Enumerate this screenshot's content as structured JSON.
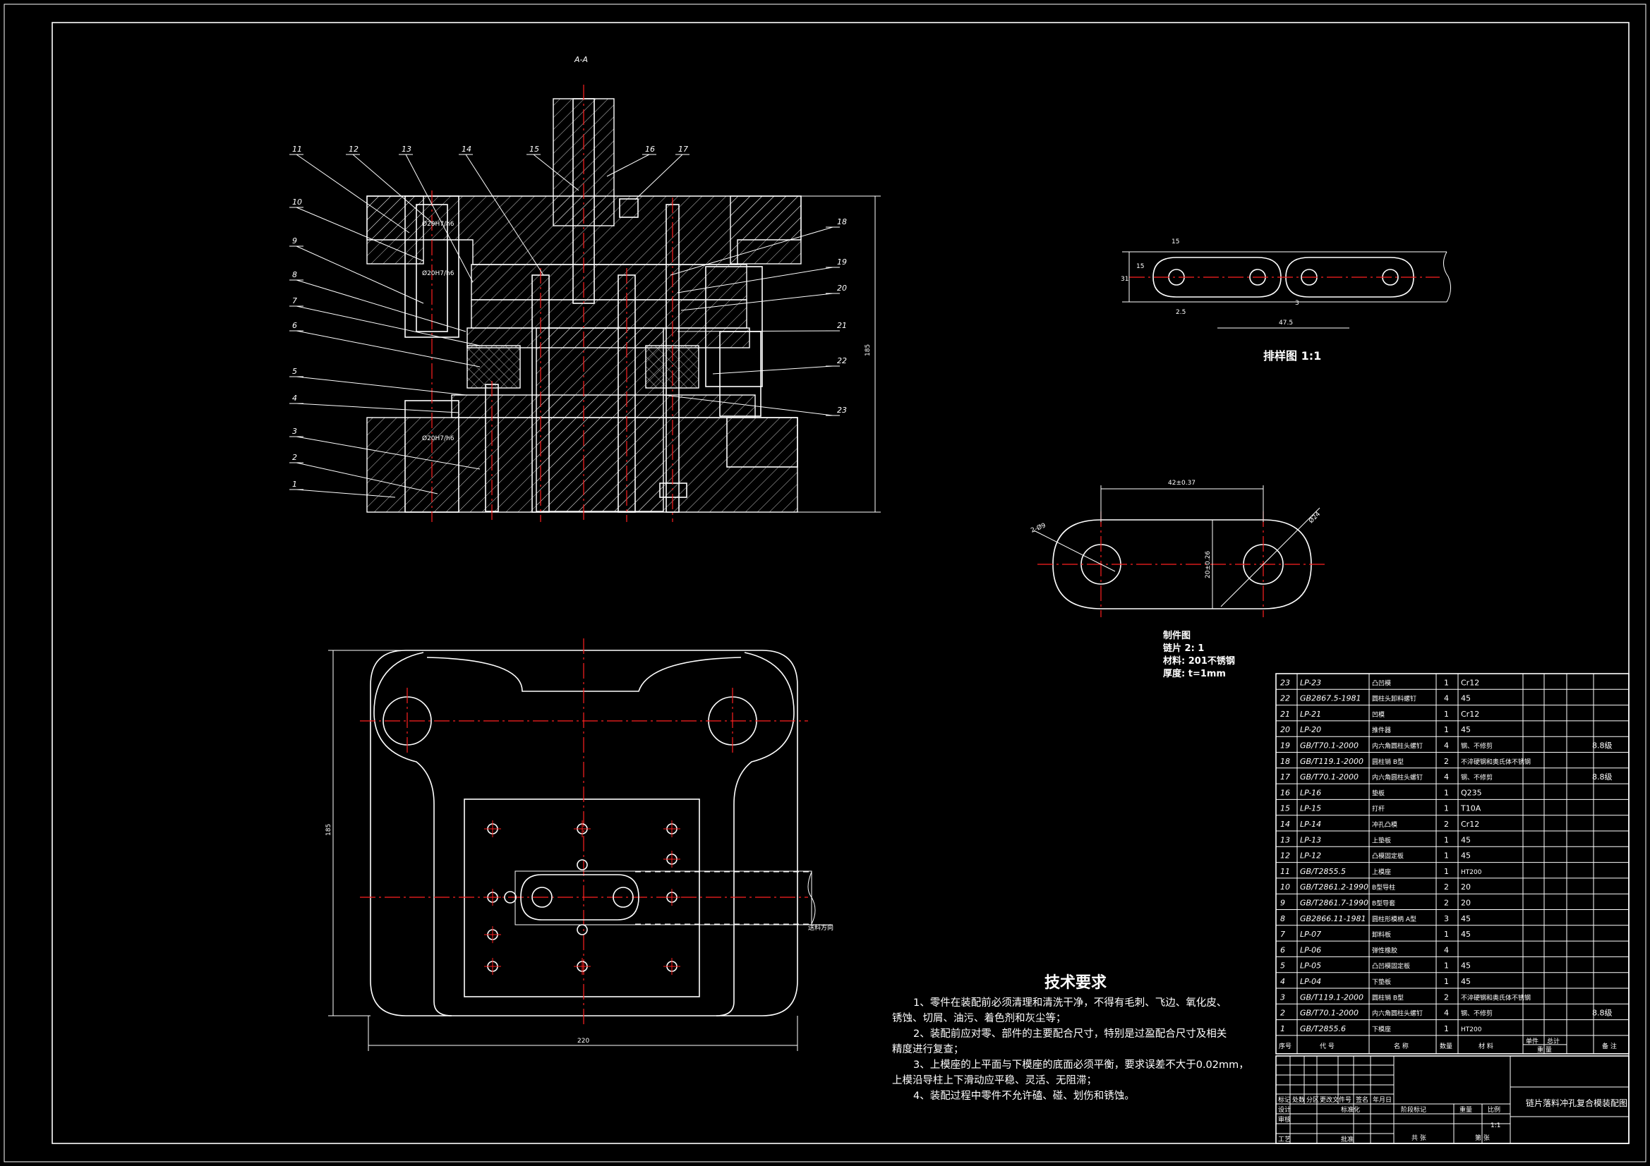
{
  "section_label": "A-A",
  "part_callouts": [
    "1",
    "2",
    "3",
    "4",
    "5",
    "6",
    "7",
    "8",
    "9",
    "10",
    "11",
    "12",
    "13",
    "14",
    "15",
    "16",
    "17",
    "18",
    "19",
    "20",
    "21",
    "22",
    "23"
  ],
  "section_dims": {
    "height": "185",
    "fit_1": "Ø20H7/h6",
    "fit_2": "Ø20H7/h6",
    "fit_3": "Ø20H7/h6"
  },
  "plan_dims": {
    "width": "220",
    "height": "185",
    "feed_label": "送料方向"
  },
  "strip_layout": {
    "title": "排样图 1:1",
    "dims": [
      "15",
      "15",
      "31",
      "2.5",
      "3",
      "47.5"
    ]
  },
  "part_drawing": {
    "dims": {
      "length": "42±0.37",
      "width": "20±0.26",
      "hole_left": "2-Ø9",
      "hole_right": "Ø24"
    },
    "notes": [
      "制件图",
      "链片 2: 1",
      "材料: 201不锈钢",
      "厚度: t=1mm"
    ]
  },
  "tech_requirements": {
    "title": "技术要求",
    "lines": [
      "1、零件在装配前必须清理和清洗干净，不得有毛刺、飞边、氧化皮、",
      "锈蚀、切屑、油污、着色剂和灰尘等；",
      "2、装配前应对零、部件的主要配合尺寸，特别是过盈配合尺寸及相关",
      "精度进行复查；",
      "3、上模座的上平面与下模座的底面必须平衡，要求误差不大于0.02mm，",
      "上模沿导柱上下滑动应平稳、灵活、无阻滞；",
      "4、装配过程中零件不允许磕、碰、划伤和锈蚀。"
    ]
  },
  "bom": {
    "rows": [
      {
        "no": "23",
        "code": "LP-23",
        "name": "凸凹模",
        "qty": "1",
        "mat": "Cr12",
        "note": ""
      },
      {
        "no": "22",
        "code": "GB2867.5-1981",
        "name": "圆柱头卸料螺钉",
        "qty": "4",
        "mat": "45",
        "note": ""
      },
      {
        "no": "21",
        "code": "LP-21",
        "name": "凹模",
        "qty": "1",
        "mat": "Cr12",
        "note": ""
      },
      {
        "no": "20",
        "code": "LP-20",
        "name": "推件器",
        "qty": "1",
        "mat": "45",
        "note": ""
      },
      {
        "no": "19",
        "code": "GB/T70.1-2000",
        "name": "内六角圆柱头螺钉",
        "qty": "4",
        "mat": "钢、不修剪",
        "note": "8.8级"
      },
      {
        "no": "18",
        "code": "GB/T119.1-2000",
        "name": "圆柱销 B型",
        "qty": "2",
        "mat": "不淬硬钢和奥氏体不锈钢",
        "note": ""
      },
      {
        "no": "17",
        "code": "GB/T70.1-2000",
        "name": "内六角圆柱头螺钉",
        "qty": "4",
        "mat": "钢、不修剪",
        "note": "8.8级"
      },
      {
        "no": "16",
        "code": "LP-16",
        "name": "垫板",
        "qty": "1",
        "mat": "Q235",
        "note": ""
      },
      {
        "no": "15",
        "code": "LP-15",
        "name": "打杆",
        "qty": "1",
        "mat": "T10A",
        "note": ""
      },
      {
        "no": "14",
        "code": "LP-14",
        "name": "冲孔凸模",
        "qty": "2",
        "mat": "Cr12",
        "note": ""
      },
      {
        "no": "13",
        "code": "LP-13",
        "name": "上垫板",
        "qty": "1",
        "mat": "45",
        "note": ""
      },
      {
        "no": "12",
        "code": "LP-12",
        "name": "凸模固定板",
        "qty": "1",
        "mat": "45",
        "note": ""
      },
      {
        "no": "11",
        "code": "GB/T2855.5",
        "name": "上模座",
        "qty": "1",
        "mat": "HT200",
        "note": ""
      },
      {
        "no": "10",
        "code": "GB/T2861.2-1990",
        "name": "B型导柱",
        "qty": "2",
        "mat": "20",
        "note": ""
      },
      {
        "no": "9",
        "code": "GB/T2861.7-1990",
        "name": "B型导套",
        "qty": "2",
        "mat": "20",
        "note": ""
      },
      {
        "no": "8",
        "code": "GB2866.11-1981",
        "name": "圆柱形模柄 A型",
        "qty": "3",
        "mat": "45",
        "note": ""
      },
      {
        "no": "7",
        "code": "LP-07",
        "name": "卸料板",
        "qty": "1",
        "mat": "45",
        "note": ""
      },
      {
        "no": "6",
        "code": "LP-06",
        "name": "弹性橡胶",
        "qty": "4",
        "mat": "",
        "note": ""
      },
      {
        "no": "5",
        "code": "LP-05",
        "name": "凸凹模固定板",
        "qty": "1",
        "mat": "45",
        "note": ""
      },
      {
        "no": "4",
        "code": "LP-04",
        "name": "下垫板",
        "qty": "1",
        "mat": "45",
        "note": ""
      },
      {
        "no": "3",
        "code": "GB/T119.1-2000",
        "name": "圆柱销 B型",
        "qty": "2",
        "mat": "不淬硬钢和奥氏体不锈钢",
        "note": ""
      },
      {
        "no": "2",
        "code": "GB/T70.1-2000",
        "name": "内六角圆柱头螺钉",
        "qty": "4",
        "mat": "钢、不修剪",
        "note": "8.8级"
      },
      {
        "no": "1",
        "code": "GB/T2855.6",
        "name": "下模座",
        "qty": "1",
        "mat": "HT200",
        "note": ""
      }
    ],
    "header": {
      "no": "序号",
      "code": "代 号",
      "name": "名 称",
      "qty": "数量",
      "mat": "材 料",
      "unit_weight": "单件",
      "total_weight": "总计",
      "weight": "重 量",
      "note": "备 注"
    }
  },
  "title_block": {
    "drawing_title": "链片落料冲孔复合模装配图",
    "scale": "1:1",
    "labels": {
      "mark": "标记",
      "count": "处数",
      "zone": "分区",
      "change_no": "更改文件号",
      "sign": "签名",
      "date": "年月日",
      "design": "设计",
      "standard": "标准化",
      "stage_mark": "阶段标记",
      "weight": "重量",
      "scale_lbl": "比例",
      "review": "审核",
      "process": "工艺",
      "approve": "批准",
      "sheet_total": "共 张",
      "sheet_no": "第 张"
    }
  }
}
